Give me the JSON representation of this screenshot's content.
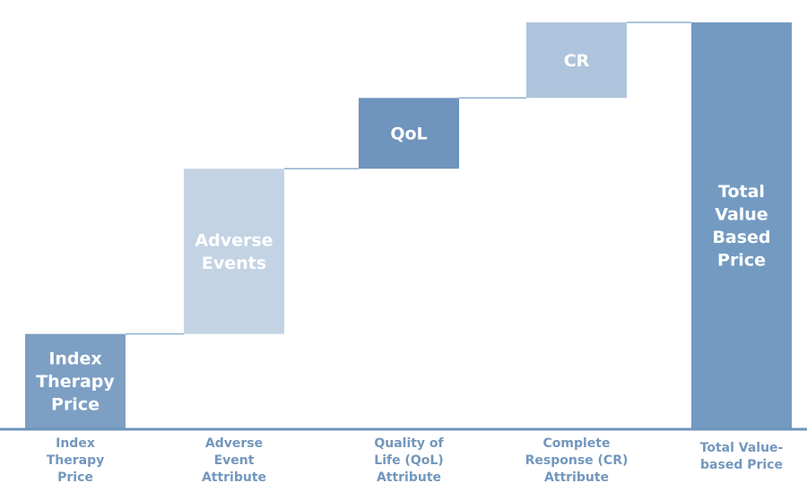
{
  "chart_data": {
    "type": "bar",
    "subtype": "waterfall",
    "categories": [
      [
        "Index",
        "Therapy",
        "Price"
      ],
      [
        "Adverse",
        "Event",
        "Attribute"
      ],
      [
        "Quality of",
        "Life (QoL)",
        "Attribute"
      ],
      [
        "Complete",
        "Response (CR)",
        "Attribute"
      ],
      [
        "Total Value-",
        "based Price"
      ]
    ],
    "bars": [
      {
        "kind": "total",
        "base": 0,
        "value": 1.0,
        "label": [
          "Index",
          "Therapy",
          "Price"
        ],
        "color": "#7d9fc3"
      },
      {
        "kind": "increment",
        "base": 1.0,
        "value": 1.75,
        "label": [
          "Adverse",
          "Events"
        ],
        "color": "#c3d3e4"
      },
      {
        "kind": "increment",
        "base": 2.75,
        "value": 0.75,
        "label": [
          "QoL"
        ],
        "color": "#6f94bd"
      },
      {
        "kind": "increment",
        "base": 3.5,
        "value": 0.8,
        "label": [
          "CR"
        ],
        "color": "#aec4dc"
      },
      {
        "kind": "total",
        "base": 0,
        "value": 4.3,
        "label": [
          "Total",
          "Value",
          "Based",
          "Price"
        ],
        "color": "#739bc2"
      }
    ],
    "ylim": [
      0,
      4.3
    ],
    "grid": false,
    "legend": "none",
    "axis_color": "#6f94bd",
    "connector_color": "#8fb0d0",
    "category_label_color": "#7397bd"
  }
}
